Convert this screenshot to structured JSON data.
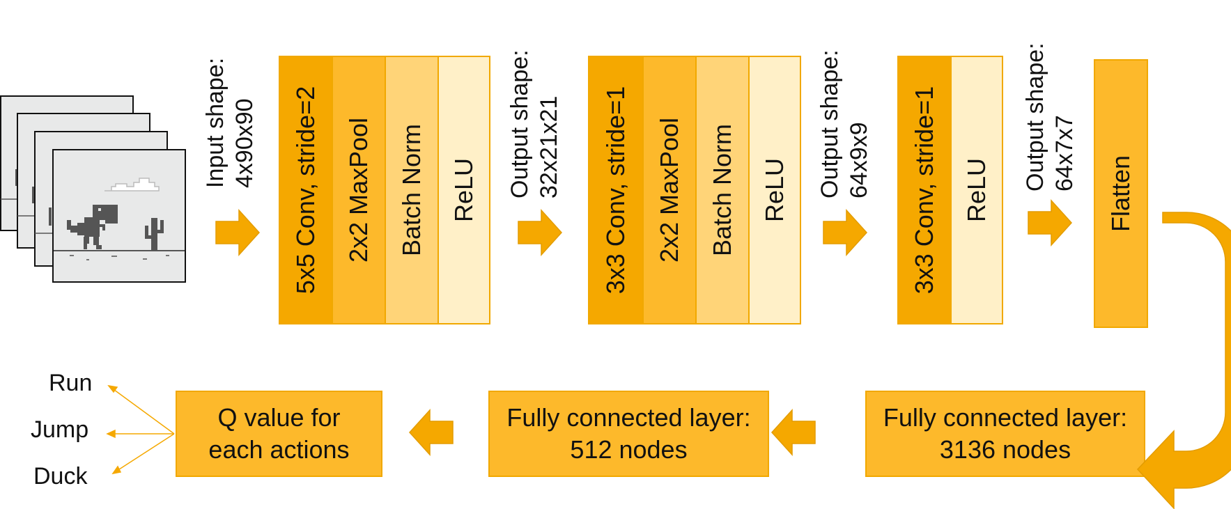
{
  "input_frames": {
    "label": "Input shape:\n4x90x90"
  },
  "stage1": {
    "layers": [
      "5x5 Conv, stride=2",
      "2x2 MaxPool",
      "Batch Norm",
      "ReLU"
    ],
    "output_label": "Output shape:\n32x21x21"
  },
  "stage2": {
    "layers": [
      "3x3 Conv, stride=1",
      "2x2 MaxPool",
      "Batch Norm",
      "ReLU"
    ],
    "output_label": "Output shape:\n64x9x9"
  },
  "stage3": {
    "layers": [
      "3x3 Conv, stride=1",
      "ReLU"
    ],
    "output_label": "Output shape:\n64x7x7"
  },
  "flatten": {
    "label": "Flatten"
  },
  "fc1": {
    "label": "Fully connected layer:\n3136 nodes"
  },
  "fc2": {
    "label": "Fully connected layer:\n512 nodes"
  },
  "q_values": {
    "label": "Q value for\neach actions"
  },
  "actions": [
    "Run",
    "Jump",
    "Duck"
  ],
  "colors": {
    "dark": "#f5a800",
    "medium": "#fdb92b",
    "light": "#ffd478",
    "lighter": "#fff0c8",
    "arrow": "#f5a800",
    "border": "#f1a800"
  },
  "icons": {
    "game_frame": "dino-game-screenshot-icon",
    "arrow": "block-arrow-icon"
  }
}
